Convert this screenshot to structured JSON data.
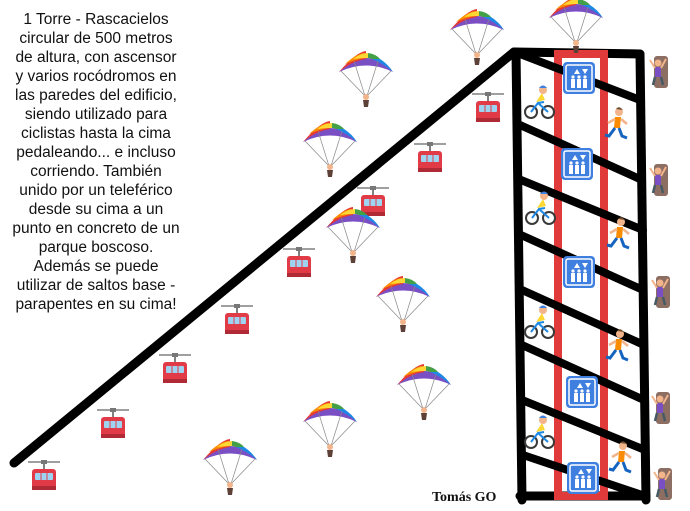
{
  "description": {
    "lines": [
      "1 Torre - Rascacielos",
      "circular de 500 metros",
      "de altura, con ascensor",
      "y varios rocódromos en",
      "las paredes del edificio,",
      "siendo utilizado para",
      "ciclistas hasta la cima",
      "pedaleando... e incluso",
      "corriendo. También",
      "unido por un teleférico",
      "desde su cima a un",
      "punto en concreto de un",
      "parque boscoso.",
      "Además se puede",
      "utilizar de saltos base -",
      "parapentes en su cima!"
    ]
  },
  "credit": "Tomás GO",
  "icons": {
    "paraglider": "paraglider-icon",
    "cable_car": "cable-car-icon",
    "elevator": "elevator-icon",
    "cyclist": "cyclist-icon",
    "runner": "runner-icon",
    "climber": "climber-icon"
  },
  "colors": {
    "structure": "#000000",
    "elevator_shaft": "#e03a3a",
    "elevator_icon": "#3f7fe0",
    "cable_car": "#e23b48",
    "text": "#111111"
  }
}
